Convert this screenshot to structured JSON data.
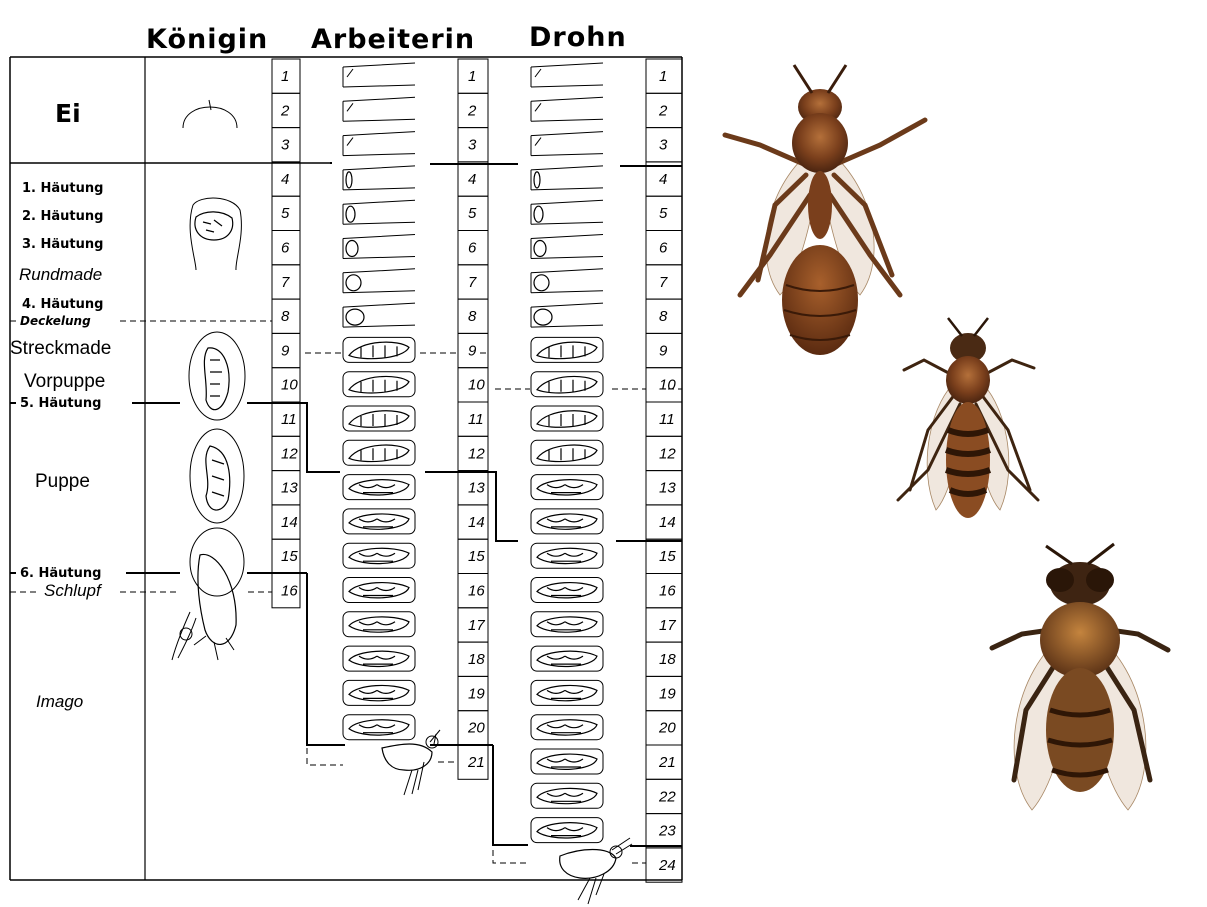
{
  "headers": {
    "queen": "Königin",
    "worker": "Arbeiterin",
    "drone": "Drohn"
  },
  "stages": {
    "egg": "Ei",
    "molt1": "1. Häutung",
    "molt2": "2. Häutung",
    "molt3": "3. Häutung",
    "round_larva": "Rundmade",
    "molt4": "4. Häutung",
    "capping": "Deckelung",
    "stretched_larva": "Streckmade",
    "prepupa": "Vorpuppe",
    "molt5": "5. Häutung",
    "pupa": "Puppe",
    "molt6": "6. Häutung",
    "emergence": "Schlupf",
    "imago": "Imago"
  },
  "queen_days": [
    "1",
    "2",
    "3",
    "4",
    "5",
    "6",
    "7",
    "8",
    "9",
    "10",
    "11",
    "12",
    "13",
    "14",
    "15",
    "16"
  ],
  "worker_days": [
    "1",
    "2",
    "3",
    "4",
    "5",
    "6",
    "7",
    "8",
    "9",
    "10",
    "11",
    "12",
    "13",
    "14",
    "15",
    "16",
    "17",
    "18",
    "19",
    "20",
    "21"
  ],
  "drone_days": [
    "1",
    "2",
    "3",
    "4",
    "5",
    "6",
    "7",
    "8",
    "9",
    "10",
    "11",
    "12",
    "13",
    "14",
    "15",
    "16",
    "17",
    "18",
    "19",
    "20",
    "21",
    "22",
    "23",
    "24"
  ],
  "photos": [
    {
      "caster": "queen",
      "icon": "queen-bee-photo"
    },
    {
      "caster": "worker",
      "icon": "worker-bee-photo"
    },
    {
      "caster": "drone",
      "icon": "drone-bee-photo"
    }
  ]
}
